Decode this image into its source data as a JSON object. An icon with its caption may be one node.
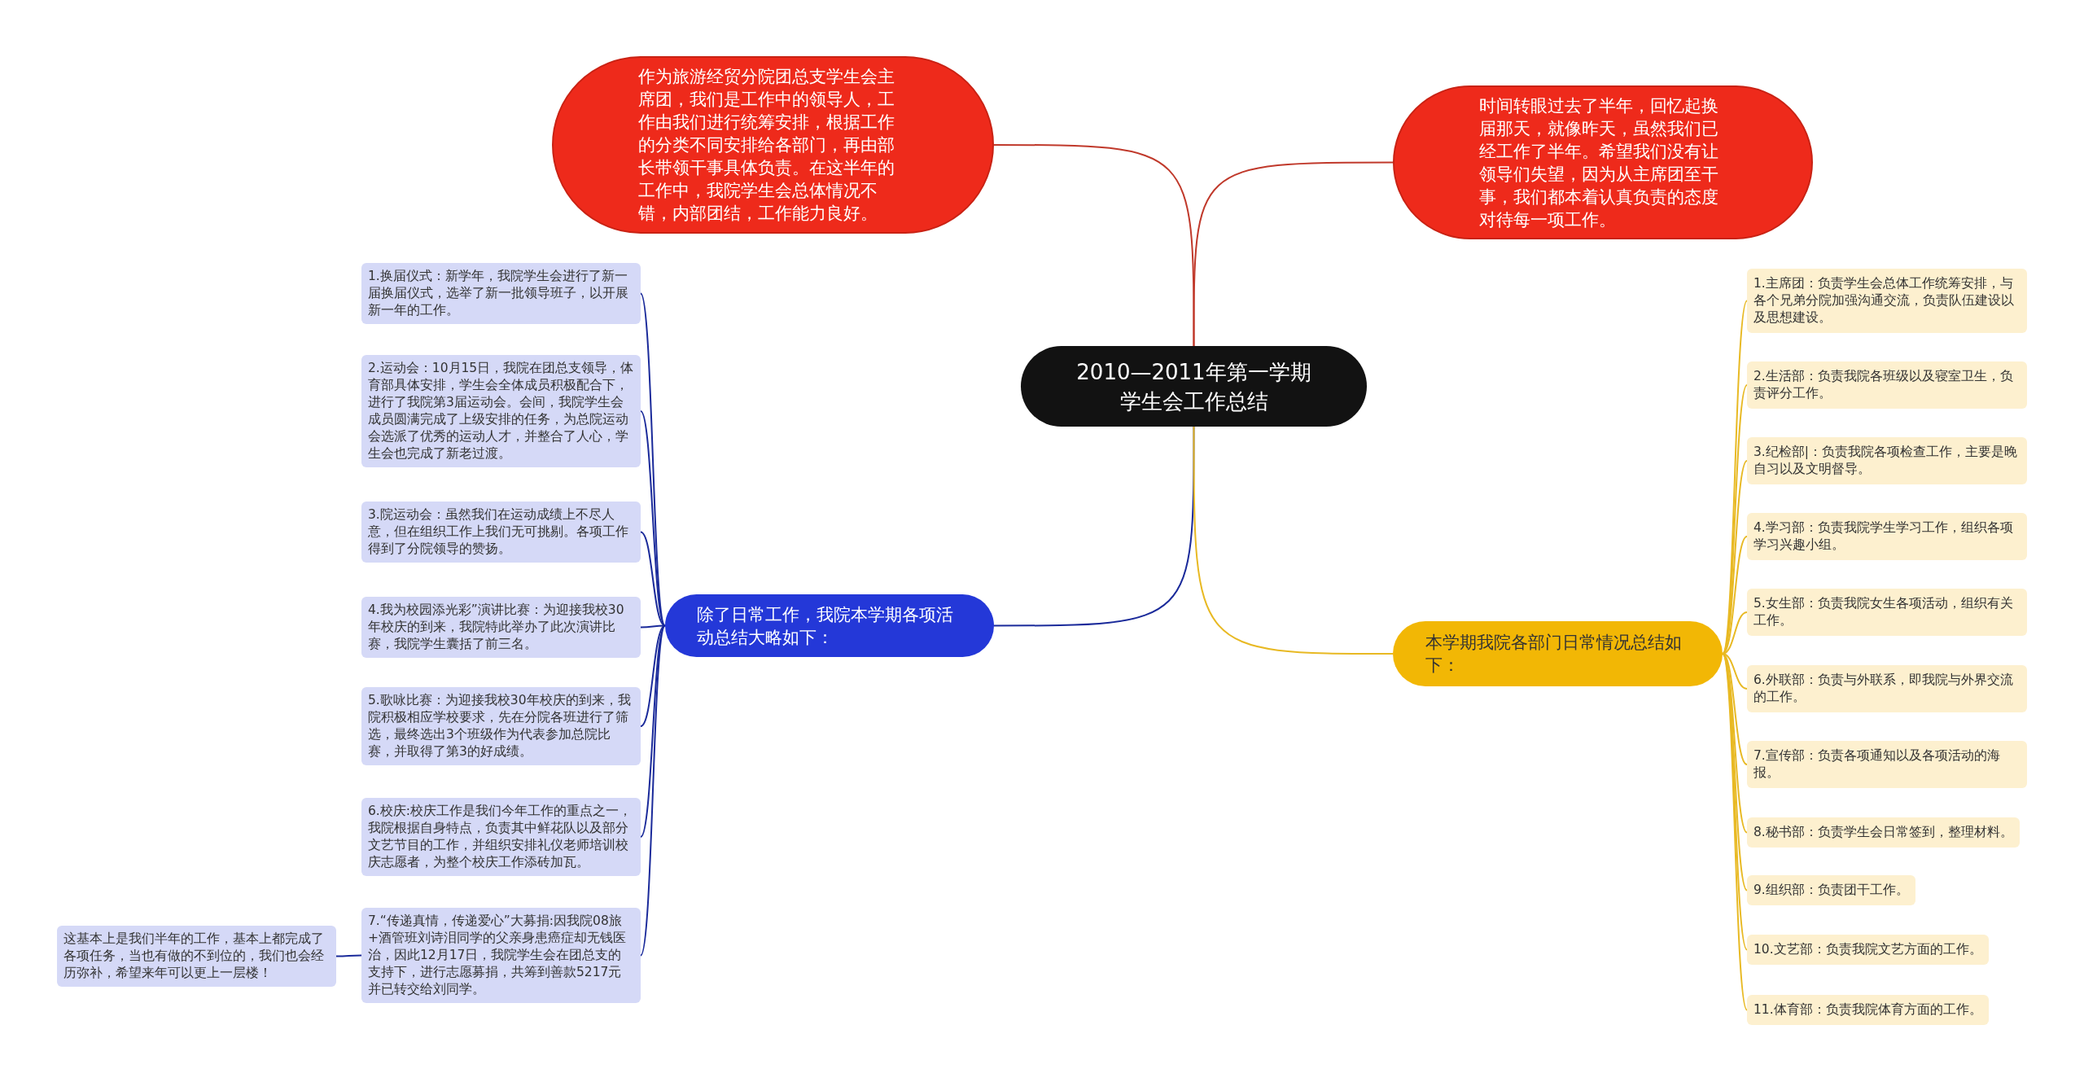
{
  "diagram": {
    "nodes": [
      {
        "text": [
          "2010—2011年第一学期学生会工作总结"
        ]
      },
      {
        "text": [
          "作为旅游经贸分院团总支学生会主席团，我们是工作中的领导人，工作由我们进行统筹安排，根据工作的分类不同安排给各部门，再由部长带领干事具体负责。在这半年的工作中，我院学生会总体情况不错，内部团结，工作能力良好。"
        ]
      },
      {
        "text": [
          "时间转眼过去了半年，回忆起换届那天，就像昨天，虽然我们已经工作了半年。希望我们没有让领导们失望，因为从主席团至干事，我们都本着认真负责的态度对待每一项工作。"
        ]
      },
      {
        "text": [
          "除了日常工作，我院本学期各项活动总结大略如下："
        ]
      },
      {
        "text": [
          "1.换届仪式：新学年，我院学生会进行了新一届换届仪式，选举了新一批领导班子，以开展新一年的工作。"
        ]
      },
      {
        "text": [
          "2.运动会：10月15日，我院在团总支领导，体育部具体安排，学生会全体成员积极配合下，进行了我院第3届运动会。会间，我院学生会成员圆满完成了上级安排的任务，为总院运动会选派了优秀的运动人才，并整合了人心，学生会也完成了新老过渡。"
        ]
      },
      {
        "text": [
          "3.院运动会：虽然我们在运动成绩上不尽人意，但在组织工作上我们无可挑剔。各项工作得到了分院领导的赞扬。"
        ]
      },
      {
        "text": [
          "4.我为校园添光彩”演讲比赛：为迎接我校30年校庆的到来，我院特此举办了此次演讲比赛，我院学生囊括了前三名。"
        ]
      },
      {
        "text": [
          "5.歌咏比赛：为迎接我校30年校庆的到来，我院积极相应学校要求，先在分院各班进行了筛选，最终选出3个班级作为代表参加总院比赛，并取得了第3的好成绩。"
        ]
      },
      {
        "text": [
          "6.校庆:校庆工作是我们今年工作的重点之一，我院根据自身特点，负责其中鲜花队以及部分文艺节目的工作，并组织安排礼仪老师培训校庆志愿者，为整个校庆工作添砖加瓦。"
        ]
      },
      {
        "text": [
          "7.“传递真情，传递爱心”大募捐:因我院08旅+酒管班刘诗泪同学的父亲身患癌症却无钱医治，因此12月17日，我院学生会在团总支的支持下，进行志愿募捐，共筹到善款5217元并已转交给刘同学。"
        ]
      },
      {
        "text": [
          "这基本上是我们半年的工作，基本上都完成了各项任务，当也有做的不到位的，我们也会经历弥补，希望来年可以更上一层楼！"
        ]
      },
      {
        "text": [
          "本学期我院各部门日常情况总结如下："
        ]
      },
      {
        "text": [
          "1.主席团：负责学生会总体工作统筹安排，与各个兄弟分院加强沟通交流，负责队伍建设以及思想建设。"
        ]
      },
      {
        "text": [
          "2.生活部：负责我院各班级以及寝室卫生，负责评分工作。"
        ]
      },
      {
        "text": [
          "3.纪检部|：负责我院各项检查工作，主要是晚自习以及文明督导。"
        ]
      },
      {
        "text": [
          "4.学习部：负责我院学生学习工作，组织各项学习兴趣小组。"
        ]
      },
      {
        "text": [
          "5.女生部：负责我院女生各项活动，组织有关工作。"
        ]
      },
      {
        "text": [
          "6.外联部：负责与外联系，即我院与外界交流的工作。"
        ]
      },
      {
        "text": [
          "7.宣传部：负责各项通知以及各项活动的海报。"
        ]
      },
      {
        "text": [
          "8.秘书部：负责学生会日常签到，整理材料。"
        ]
      },
      {
        "text": [
          "9.组织部：负责团干工作。"
        ]
      },
      {
        "text": [
          "10.文艺部：负责我院文艺方面的工作。"
        ]
      },
      {
        "text": [
          "11.体育部：负责我院体育方面的工作。"
        ]
      }
    ],
    "edges": [
      {
        "from": 0,
        "to": 1,
        "arrow": "none",
        "color": "#c0392b"
      },
      {
        "from": 0,
        "to": 2,
        "arrow": "none",
        "color": "#c0392b"
      },
      {
        "from": 0,
        "to": 3,
        "arrow": "none",
        "color": "#1a2a9a"
      },
      {
        "from": 3,
        "to": 4,
        "arrow": "none",
        "color": "#1a2a9a"
      },
      {
        "from": 3,
        "to": 5,
        "arrow": "none",
        "color": "#1a2a9a"
      },
      {
        "from": 3,
        "to": 6,
        "arrow": "none",
        "color": "#1a2a9a"
      },
      {
        "from": 3,
        "to": 7,
        "arrow": "none",
        "color": "#1a2a9a"
      },
      {
        "from": 3,
        "to": 8,
        "arrow": "none",
        "color": "#1a2a9a"
      },
      {
        "from": 3,
        "to": 9,
        "arrow": "none",
        "color": "#1a2a9a"
      },
      {
        "from": 3,
        "to": 10,
        "arrow": "none",
        "color": "#1a2a9a"
      },
      {
        "from": 10,
        "to": 11,
        "arrow": "none",
        "color": "#1a2a9a"
      },
      {
        "from": 0,
        "to": 12,
        "arrow": "none"
      },
      {
        "from": 12,
        "to": 13,
        "arrow": "none"
      },
      {
        "from": 12,
        "to": 14,
        "arrow": "none"
      },
      {
        "from": 12,
        "to": 15,
        "arrow": "none"
      },
      {
        "from": 12,
        "to": 16,
        "arrow": "none"
      },
      {
        "from": 12,
        "to": 17,
        "arrow": "none"
      },
      {
        "from": 12,
        "to": 18,
        "arrow": "none"
      },
      {
        "from": 12,
        "to": 19,
        "arrow": "none"
      },
      {
        "from": 12,
        "to": 20,
        "arrow": "none"
      },
      {
        "from": 12,
        "to": 21,
        "arrow": "none"
      },
      {
        "from": 12,
        "to": 22,
        "arrow": "none"
      },
      {
        "from": 12,
        "to": 23,
        "arrow": "none"
      }
    ]
  }
}
